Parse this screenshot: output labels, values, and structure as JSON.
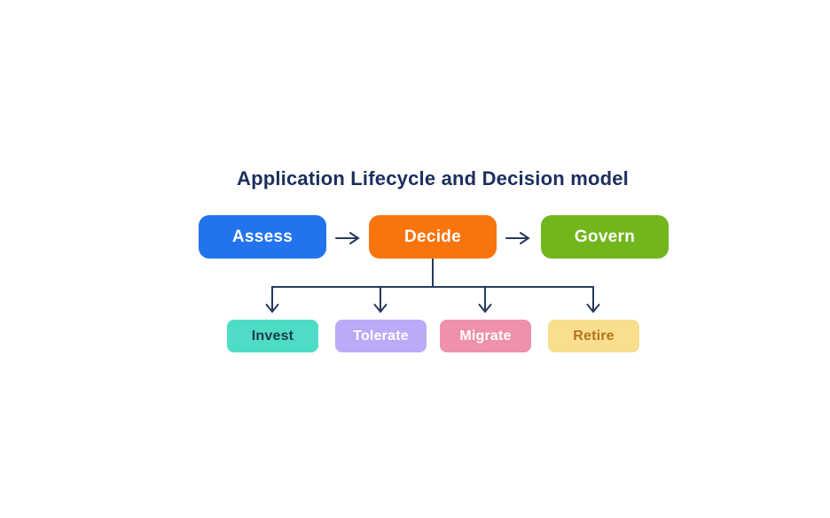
{
  "title": {
    "text": "Application Lifecycle and Decision model",
    "color": "#1b2f5e"
  },
  "diagram": {
    "type": "flowchart",
    "background": "#ffffff",
    "connector_color": "#24395e",
    "stages": [
      {
        "label": "Assess",
        "bg": "#2273ee",
        "text_color": "#ffffff"
      },
      {
        "label": "Decide",
        "bg": "#f8750d",
        "text_color": "#ffffff"
      },
      {
        "label": "Govern",
        "bg": "#70b61c",
        "text_color": "#ffffff"
      }
    ],
    "decisions_parent": "Decide",
    "decisions": [
      {
        "label": "Invest",
        "bg": "#4edcc5",
        "text_color": "#1d3a52"
      },
      {
        "label": "Tolerate",
        "bg": "#bca9f7",
        "text_color": "#ffffff"
      },
      {
        "label": "Migrate",
        "bg": "#ef91ab",
        "text_color": "#ffffff"
      },
      {
        "label": "Retire",
        "bg": "#f9de8f",
        "text_color": "#b5731f"
      }
    ]
  }
}
